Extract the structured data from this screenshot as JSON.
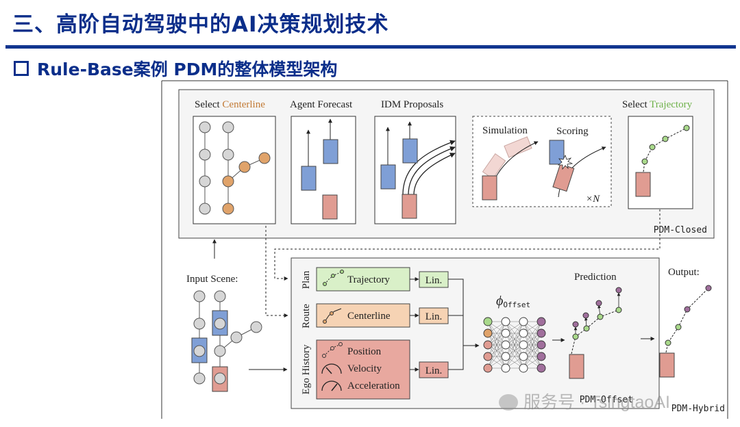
{
  "page": {
    "title": "三、高阶自动驾驶中的AI决策规划技术",
    "subtitle": "Rule-Base案例 PDM的整体模型架构"
  },
  "diagram": {
    "top_labels": {
      "select_centerline_prefix": "Select ",
      "select_centerline_word": "Centerline",
      "agent_forecast": "Agent Forecast",
      "idm_proposals": "IDM Proposals",
      "select_trajectory_prefix": "Select ",
      "select_trajectory_word": "Trajectory",
      "simulation": "Simulation",
      "scoring": "Scoring",
      "times_n": "×N",
      "pdm_closed": "PDM-Closed"
    },
    "bottom_labels": {
      "input_scene": "Input Scene:",
      "plan": "Plan",
      "route": "Route",
      "ego_history": "Ego History",
      "trajectory": "Trajectory",
      "centerline": "Centerline",
      "position": "Position",
      "velocity": "Velocity",
      "acceleration": "Acceleration",
      "lin1": "Lin.",
      "lin2": "Lin.",
      "lin3": "Lin.",
      "phi": "ϕ",
      "phi_sub": "Offset",
      "prediction": "Prediction",
      "output": "Output:",
      "pdm_offset": "PDM-Offset",
      "pdm_hybrid": "PDM-Hybrid"
    },
    "colors": {
      "blue": "#7f9fd6",
      "red": "#e09c92",
      "orange": "#e0a36a",
      "green": "#a9d98b",
      "gray": "#d6d6d6",
      "purple": "#a06f9c",
      "centerline_text": "#c27a34",
      "trajectory_text": "#6fb24a"
    }
  },
  "watermark": {
    "text": "服务号 · TsingtaoAI"
  }
}
